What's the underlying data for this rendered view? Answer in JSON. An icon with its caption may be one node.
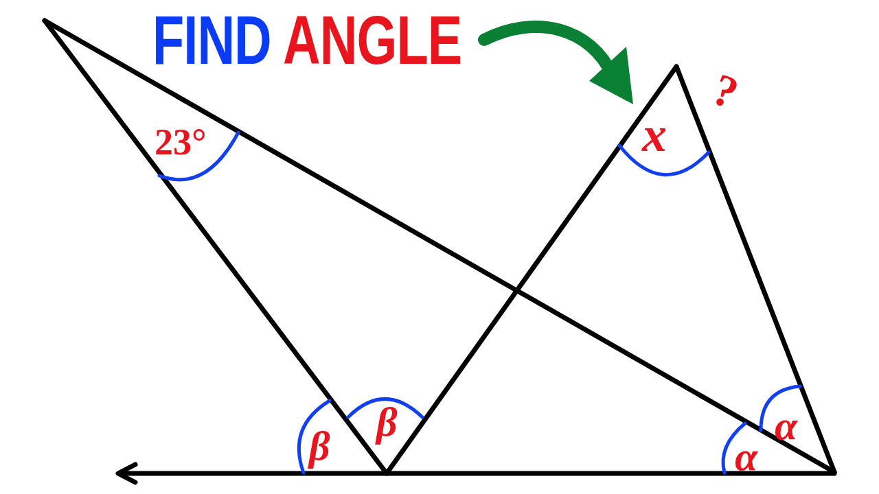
{
  "diagram": {
    "title": "FIND ANGLE",
    "labels": [
      "23°",
      "x",
      "?",
      "β",
      "β",
      "α",
      "α"
    ]
  }
}
